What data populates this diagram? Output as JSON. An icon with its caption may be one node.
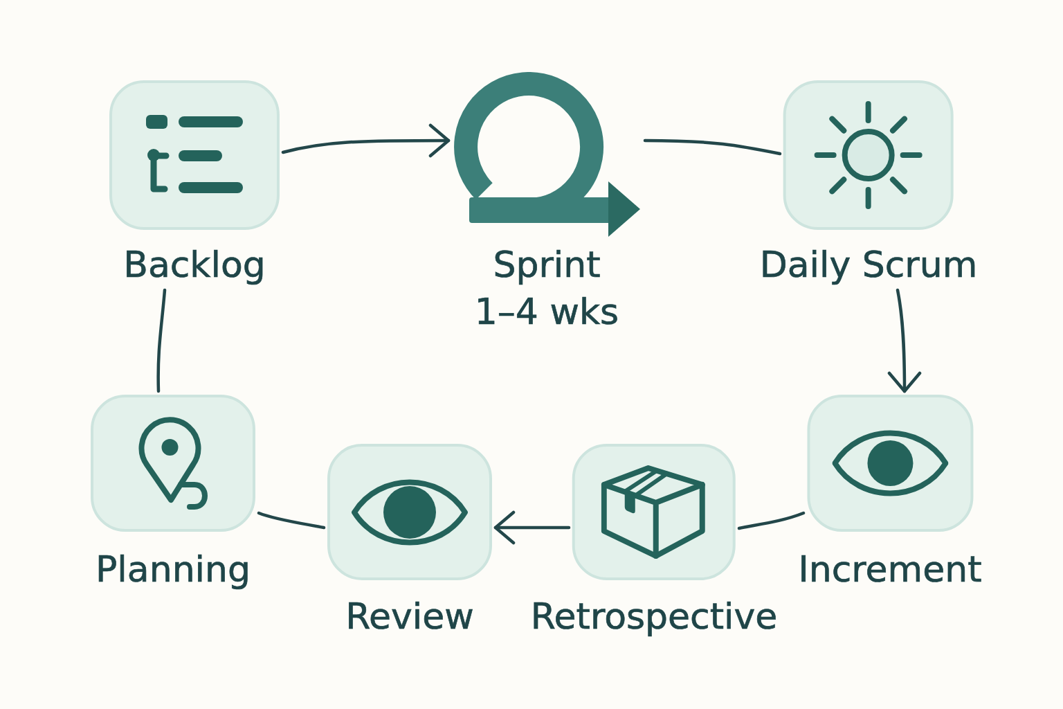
{
  "diagram": {
    "nodes": [
      {
        "text": [
          "Backlog"
        ]
      },
      {
        "text": [
          "Sprint",
          "1–4 wks"
        ]
      },
      {
        "text": [
          "Daily Scrum"
        ]
      },
      {
        "text": [
          "Increment"
        ]
      },
      {
        "text": [
          "Retrospective"
        ]
      },
      {
        "text": [
          "Review"
        ]
      },
      {
        "text": [
          "Planning"
        ]
      }
    ],
    "edges": [
      {
        "from": 0,
        "to": 1,
        "arrow": "to"
      },
      {
        "from": 1,
        "to": 2,
        "arrow": "none"
      },
      {
        "from": 2,
        "to": 3,
        "arrow": "to"
      },
      {
        "from": 3,
        "to": 4,
        "arrow": "none"
      },
      {
        "from": 4,
        "to": 5,
        "arrow": "to"
      },
      {
        "from": 5,
        "to": 6,
        "arrow": "none"
      },
      {
        "from": 6,
        "to": 0,
        "arrow": "none"
      }
    ]
  }
}
